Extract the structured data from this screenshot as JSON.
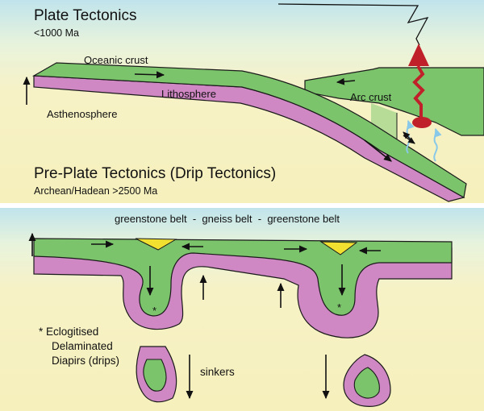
{
  "top_panel": {
    "title": "Plate Tectonics",
    "subtitle": "<1000 Ma",
    "labels": {
      "oceanic_crust": "Oceanic crust",
      "lithosphere": "Lithosphere",
      "asthenosphere": "Asthenosphere",
      "arc_crust": "Arc crust"
    }
  },
  "bottom_panel": {
    "title": "Pre-Plate Tectonics (Drip Tectonics)",
    "subtitle": "Archean/Hadean >2500 Ma",
    "belt_labels": "greenstone belt  -  gneiss belt  -  greenstone belt",
    "note_lines": [
      "* Eclogitised",
      "Delaminated",
      "Diapirs (drips)"
    ],
    "sinkers": "sinkers",
    "asterisk": "*"
  },
  "colors": {
    "sky": "#c4e6ec",
    "ground": "#f6f2c4",
    "crust_green": "#7cc46c",
    "lithosphere_pink": "#d088c4",
    "arc_green": "#7cc46c",
    "volcano_red": "#c0202a",
    "fluid_blue": "#88c8e8",
    "gneiss_yellow": "#f2e030",
    "outline": "#1a1a1a"
  }
}
